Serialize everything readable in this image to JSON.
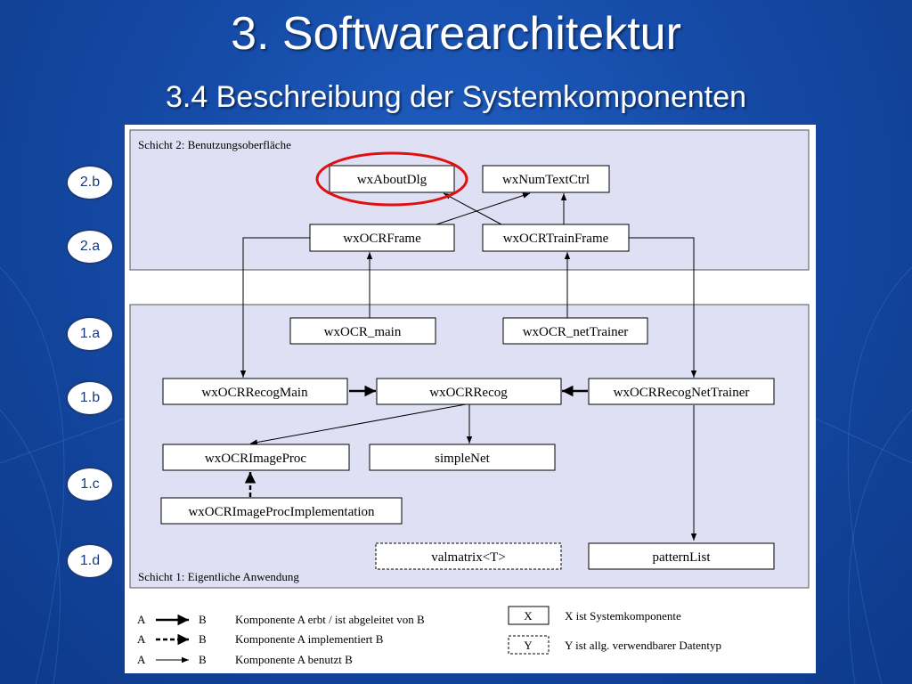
{
  "slide": {
    "title": "3. Softwarearchitektur",
    "subtitle": "3.4 Beschreibung der Systemkomponenten"
  },
  "badges": {
    "b2b": "2.b",
    "b2a": "2.a",
    "b1a": "1.a",
    "b1b": "1.b",
    "b1c": "1.c",
    "b1d": "1.d"
  },
  "layers": {
    "top_label": "Schicht 2: Benutzungsoberfläche",
    "bottom_label": "Schicht 1: Eigentliche Anwendung"
  },
  "components": {
    "about_dlg": "wxAboutDlg",
    "num_text_ctrl": "wxNumTextCtrl",
    "ocr_frame": "wxOCRFrame",
    "ocr_train_frame": "wxOCRTrainFrame",
    "ocr_main": "wxOCR_main",
    "ocr_net_trainer": "wxOCR_netTrainer",
    "recog_main": "wxOCRRecogMain",
    "recog": "wxOCRRecog",
    "recog_net_trainer": "wxOCRRecogNetTrainer",
    "image_proc": "wxOCRImageProc",
    "simple_net": "simpleNet",
    "image_proc_impl": "wxOCRImageProcImplementation",
    "valmatrix": "valmatrix<T>",
    "pattern_list": "patternList"
  },
  "legend": {
    "a": "A",
    "b": "B",
    "inherits": "Komponente A erbt / ist abgeleitet von B",
    "implements": "Komponente A implementiert B",
    "uses": "Komponente A benutzt B",
    "x_box": "X",
    "x_desc": "X ist Systemkomponente",
    "y_box": "Y",
    "y_desc": "Y ist allg. verwendbarer Datentyp"
  },
  "colors": {
    "background": "#154aa6",
    "layer_fill": "#e0e0f4",
    "highlight": "#e01010"
  }
}
